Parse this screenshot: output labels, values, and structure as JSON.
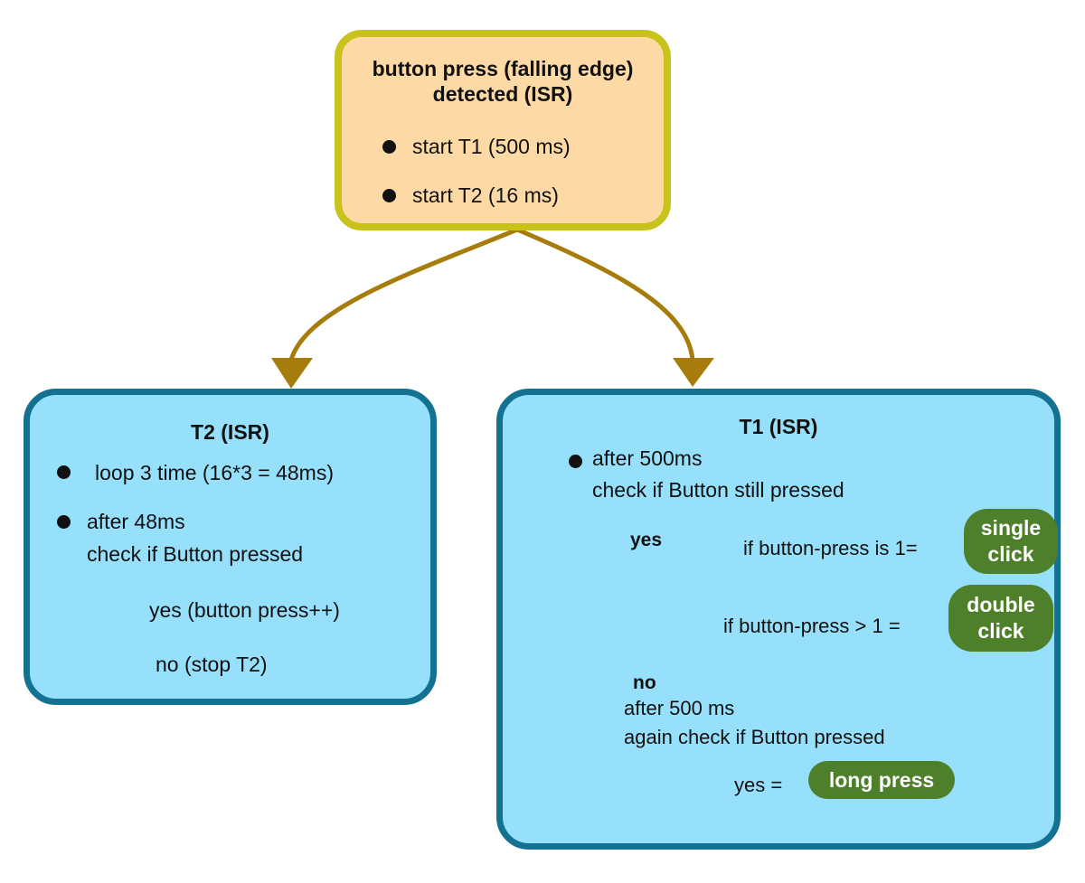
{
  "trigger": {
    "title_line1": "button press (falling edge)",
    "title_line2": "detected (ISR)",
    "items": [
      "start T1 (500 ms)",
      "start T2 (16 ms)"
    ]
  },
  "t2": {
    "title": "T2 (ISR)",
    "item1": "loop 3 time (16*3 = 48ms)",
    "item2_line1": "after 48ms",
    "item2_line2": "check if Button pressed",
    "yes": "yes (button press++)",
    "no": "no (stop T2)"
  },
  "t1": {
    "title": "T1 (ISR)",
    "item1_line1": "after 500ms",
    "item1_line2": "check if Button still pressed",
    "yes": "yes",
    "cond_single": "if button-press is 1=",
    "single_line1": "single",
    "single_line2": "click",
    "cond_double": "if button-press > 1 =",
    "double_line1": "double",
    "double_line2": "click",
    "no": "no",
    "no_line1": "after 500 ms",
    "no_line2": "again check if Button pressed",
    "long_yes": "yes =",
    "long_press": "long press"
  },
  "colors": {
    "trigger_fill": "#fdd9a6",
    "trigger_border": "#c9c21b",
    "timer_fill": "#96e0fb",
    "timer_border": "#137192",
    "main_arrow": "#a67d0c",
    "flow_arrow": "#1a6f8c",
    "result_arrow": "#1547b5",
    "result_pill": "#4e7f2a"
  }
}
